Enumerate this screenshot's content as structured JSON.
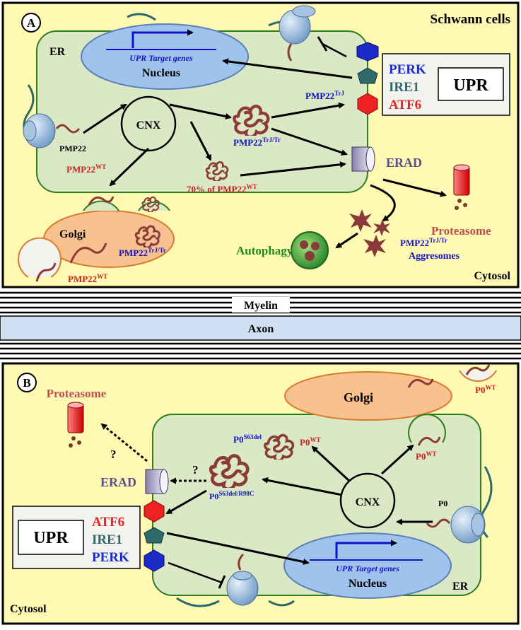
{
  "panel_a": {
    "label": "A",
    "title": "Schwann cells",
    "compartment": "Cytosol",
    "er_label": "ER",
    "nucleus": {
      "genes": "UPR Target genes",
      "label": "Nucleus"
    },
    "upr": {
      "title": "UPR",
      "sensors": [
        "PERK",
        "IRE1",
        "ATF6"
      ]
    },
    "cnx": "CNX",
    "pmp22": "PMP22",
    "pmp22_trj_base": "PMP22",
    "pmp22_trj_sup": "TrJ",
    "pmp22_trjtr_base": "PMP22",
    "pmp22_trjtr_sup": "TrJ/Tr",
    "pmp22_wt_base": "PMP22",
    "pmp22_wt_sup": "WT",
    "pct_prefix": "70% of PMP22",
    "pct_sup": "WT",
    "erad": "ERAD",
    "proteasome": "Proteasome",
    "golgi": "Golgi",
    "golgi_trjtr_base": "PMP22",
    "golgi_trjtr_sup": "TrJ/Tr",
    "vesicle_wt_base": "PMP22",
    "vesicle_wt_sup": "WT",
    "aggresome_base": "PMP22",
    "aggresome_sup": "TrJ/Tr",
    "aggresome_line2": "Aggresomes",
    "autophagy": "Autophagy"
  },
  "divider": {
    "myelin": "Myelin",
    "axon": "Axon"
  },
  "panel_b": {
    "label": "B",
    "compartment": "Cytosol",
    "er_label": "ER",
    "proteasome": "Proteasome",
    "question": "?",
    "golgi": "Golgi",
    "p0wt_base": "P0",
    "p0wt_sup": "WT",
    "p0s63_base": "P0",
    "p0s63_sup": "S63del",
    "p0mix_base": "P0",
    "p0mix_sup": "S63del/R98C",
    "erad": "ERAD",
    "cnx": "CNX",
    "p0": "P0",
    "upr": {
      "title": "UPR",
      "sensors": [
        "ATF6",
        "IRE1",
        "PERK"
      ]
    },
    "nucleus": {
      "genes": "UPR Target genes",
      "label": "Nucleus"
    }
  },
  "colors": {
    "panel_bg": "#fff9b3",
    "er_fill": "#dbe8c6",
    "er_stroke": "#2e7d1e",
    "nucleus_fill": "#9fc3ec",
    "golgi_fill": "#f7c28f",
    "axon_fill": "#cfe0f3",
    "blue_text": "#1111cc",
    "red_text": "#cc2222",
    "green_text": "#1d8a1d",
    "erad_text": "#5d4f8a",
    "proteasome_text": "#c0504d",
    "perk": "#1c2bc8",
    "ire1": "#2e6a6a",
    "atf6": "#ee2222",
    "protein": "#8b3a3a"
  }
}
